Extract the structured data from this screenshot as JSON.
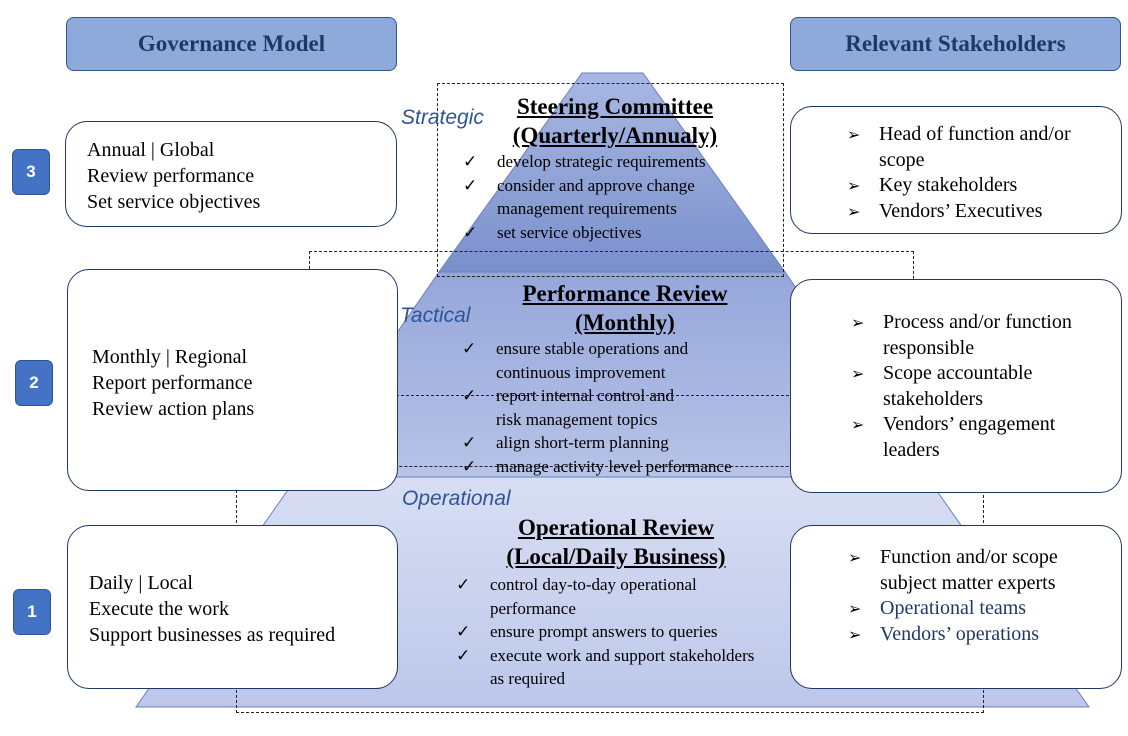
{
  "headers": {
    "left": "Governance Model",
    "right": "Relevant Stakeholders"
  },
  "levels": [
    {
      "badge": "3",
      "tier_label": "Strategic",
      "title_line1": "Steering Committee",
      "title_line2": "(Quarterly/Annualy)",
      "left": {
        "line1": "Annual | Global",
        "line2": "Review performance",
        "line3": "Set service objectives"
      },
      "checks": [
        {
          "l1": "develop strategic requirements",
          "l2": ""
        },
        {
          "l1": "consider and approve change",
          "l2": "management requirements"
        },
        {
          "l1": "set service objectives",
          "l2": ""
        }
      ],
      "stakeholders": [
        {
          "l1": "Head of function and/or",
          "l2": "scope"
        },
        {
          "l1": "Key stakeholders",
          "l2": ""
        },
        {
          "l1": "Vendors’ Executives",
          "l2": ""
        }
      ]
    },
    {
      "badge": "2",
      "tier_label": "Tactical",
      "title_line1": "Performance Review",
      "title_line2": "(Monthly)",
      "left": {
        "line1": "Monthly | Regional",
        "line2": "Report performance",
        "line3": "Review action plans"
      },
      "checks": [
        {
          "l1": "ensure stable operations and",
          "l2": "continuous improvement"
        },
        {
          "l1": "report internal control and",
          "l2": "risk management topics"
        },
        {
          "l1": "align short-term planning",
          "l2": ""
        },
        {
          "l1": "manage activity level performance",
          "l2": ""
        }
      ],
      "stakeholders": [
        {
          "l1": "Process and/or function",
          "l2": "responsible"
        },
        {
          "l1": "Scope accountable",
          "l2": "stakeholders"
        },
        {
          "l1": "Vendors’ engagement",
          "l2": "leaders"
        }
      ]
    },
    {
      "badge": "1",
      "tier_label": "Operational",
      "title_line1": "Operational Review",
      "title_line2": "(Local/Daily Business)",
      "left": {
        "line1": "Daily | Local",
        "line2": "Execute the work",
        "line3": "Support businesses as required"
      },
      "checks": [
        {
          "l1": "control day-to-day operational",
          "l2": "performance"
        },
        {
          "l1": "ensure prompt answers to queries",
          "l2": ""
        },
        {
          "l1": "execute work and support stakeholders",
          "l2": "as required"
        }
      ],
      "stakeholders": [
        {
          "l1": "Function and/or scope",
          "l2": "subject matter experts"
        },
        {
          "l1": "Operational teams",
          "l2": ""
        },
        {
          "l1": "Vendors’ operations",
          "l2": ""
        }
      ]
    }
  ],
  "symbols": {
    "check": "✓",
    "arrow": "➢"
  },
  "colors": {
    "header_fill": "#8eaadb",
    "top_tier": "#8096cf",
    "mid_tier": "#a8b6e0",
    "bottom_tier": "#cbd3ee",
    "badge": "#4472c4",
    "tier_label": "#2f5597"
  }
}
